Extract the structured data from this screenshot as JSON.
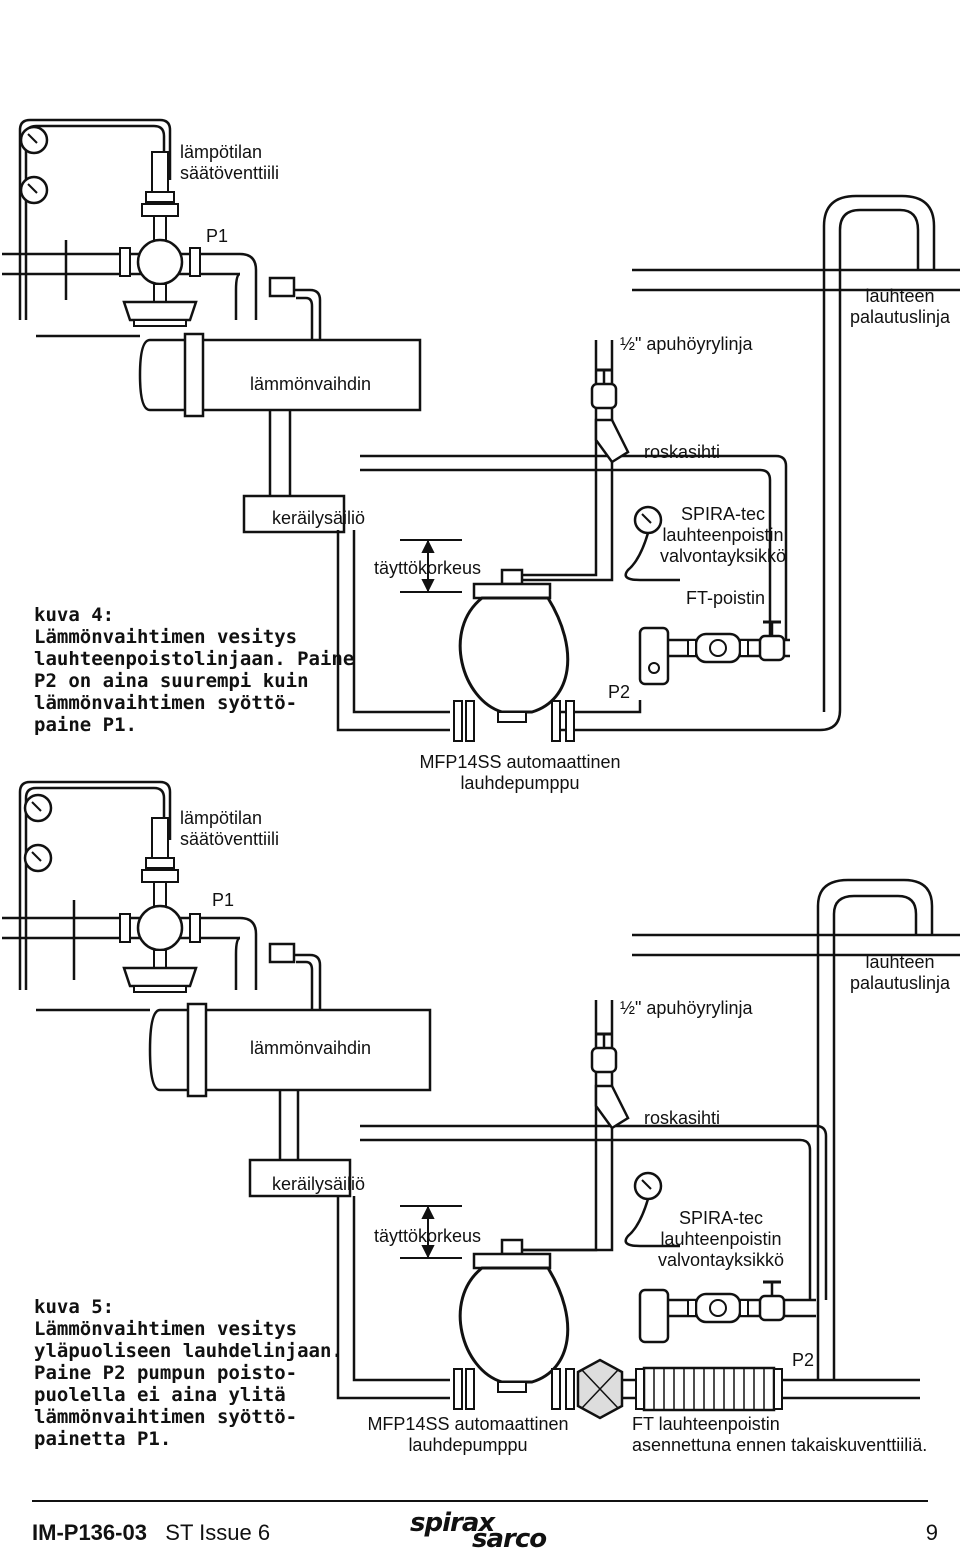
{
  "figure4": {
    "temp_valve_line1": "lämpötilan",
    "temp_valve_line2": "säätöventtiili",
    "p1": "P1",
    "heat_exchanger": "lämmönvaihdin",
    "collection_tank": "keräilysäiliö",
    "fill_height": "täyttökorkeus",
    "steam_line": "½\" apuhöyrylinja",
    "strainer": "roskasihti",
    "return_line1": "lauhteen",
    "return_line2": "palautuslinja",
    "spira_line1": "SPIRA-tec",
    "spira_line2": "lauhteenpoistin",
    "spira_line3": "valvontayksikkö",
    "ft_trap": "FT-poistin",
    "p2": "P2",
    "pump_line1": "MFP14SS automaattinen",
    "pump_line2": "lauhdepumppu",
    "caption": [
      "kuva 4:",
      "Lämmönvaihtimen vesitys",
      "lauhteenpoistolinjaan. Paine",
      "P2 on aina suurempi kuin",
      "lämmönvaihtimen syöttö-",
      "paine P1."
    ]
  },
  "figure5": {
    "temp_valve_line1": "lämpötilan",
    "temp_valve_line2": "säätöventtiili",
    "p1": "P1",
    "heat_exchanger": "lämmönvaihdin",
    "collection_tank": "keräilysäiliö",
    "fill_height": "täyttökorkeus",
    "steam_line": "½\" apuhöyrylinja",
    "strainer": "roskasihti",
    "return_line1": "lauhteen",
    "return_line2": "palautuslinja",
    "spira_line1": "SPIRA-tec",
    "spira_line2": "lauhteenpoistin",
    "spira_line3": "valvontayksikkö",
    "p2": "P2",
    "pump_line1": "MFP14SS automaattinen",
    "pump_line2": "lauhdepumppu",
    "ft_note_line1": "FT lauhteenpoistin",
    "ft_note_line2": "asennettuna ennen takaiskuventtiiliä.",
    "caption": [
      "kuva 5:",
      "Lämmönvaihtimen vesitys",
      "yläpuoliseen lauhdelinjaan.",
      "Paine P2 pumpun poisto-",
      "puolella ei aina ylitä",
      "lämmönvaihtimen syöttö-",
      "painetta P1."
    ]
  },
  "footer": {
    "doc_id": "IM-P136-03",
    "issue": "ST Issue 6",
    "logo_word1": "spirax",
    "logo_word2": "sarco",
    "page_number": "9"
  }
}
